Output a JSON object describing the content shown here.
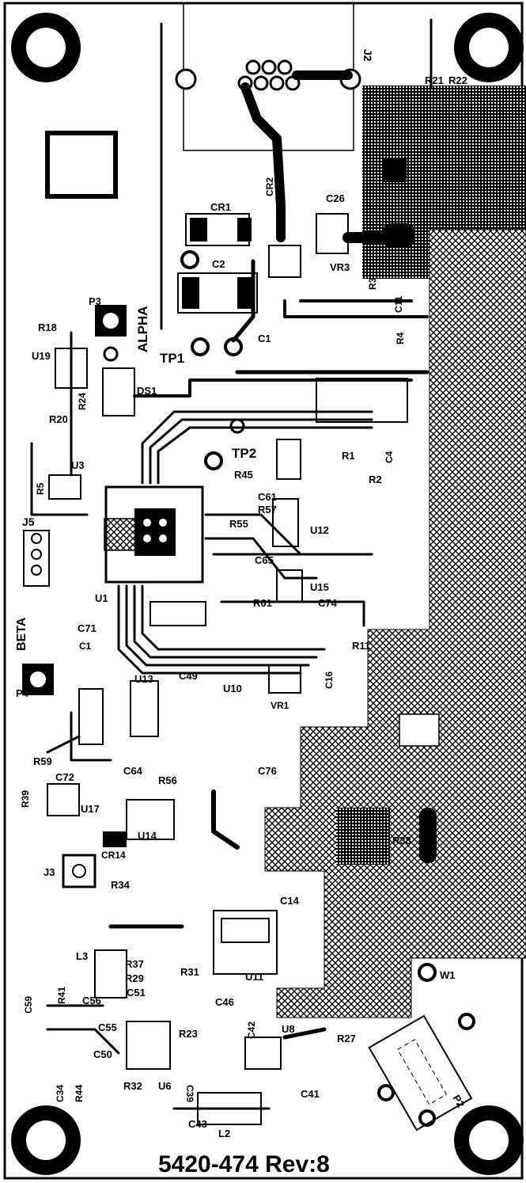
{
  "board": {
    "part_number": "5420-474 Rev:8",
    "labels": [
      {
        "id": "J2",
        "text": "J2"
      },
      {
        "id": "R21",
        "text": "R21"
      },
      {
        "id": "R22",
        "text": "R22"
      },
      {
        "id": "CR1",
        "text": "CR1"
      },
      {
        "id": "CR2",
        "text": "CR2"
      },
      {
        "id": "C26",
        "text": "C26"
      },
      {
        "id": "C2",
        "text": "C2"
      },
      {
        "id": "VR3",
        "text": "VR3"
      },
      {
        "id": "R3",
        "text": "R3"
      },
      {
        "id": "C11",
        "text": "C11"
      },
      {
        "id": "C1",
        "text": "C1"
      },
      {
        "id": "R4",
        "text": "R4"
      },
      {
        "id": "P3",
        "text": "P3"
      },
      {
        "id": "ALPHA",
        "text": "ALPHA"
      },
      {
        "id": "R18",
        "text": "R18"
      },
      {
        "id": "TP1",
        "text": "TP1"
      },
      {
        "id": "U19",
        "text": "U19"
      },
      {
        "id": "R24",
        "text": "R24"
      },
      {
        "id": "DS1",
        "text": "DS1"
      },
      {
        "id": "R20",
        "text": "R20"
      },
      {
        "id": "U3",
        "text": "U3"
      },
      {
        "id": "TP2",
        "text": "TP2"
      },
      {
        "id": "R1",
        "text": "R1"
      },
      {
        "id": "C4",
        "text": "C4"
      },
      {
        "id": "R2",
        "text": "R2"
      },
      {
        "id": "R5",
        "text": "R5"
      },
      {
        "id": "R45",
        "text": "R45"
      },
      {
        "id": "C61",
        "text": "C61"
      },
      {
        "id": "J5",
        "text": "J5"
      },
      {
        "id": "R55",
        "text": "R55"
      },
      {
        "id": "R57",
        "text": "R57"
      },
      {
        "id": "U12",
        "text": "U12"
      },
      {
        "id": "C65",
        "text": "C65"
      },
      {
        "id": "U15",
        "text": "U15"
      },
      {
        "id": "U1",
        "text": "U1"
      },
      {
        "id": "R61",
        "text": "R61"
      },
      {
        "id": "C74",
        "text": "C74"
      },
      {
        "id": "BETA",
        "text": "BETA"
      },
      {
        "id": "C71",
        "text": "C71"
      },
      {
        "id": "C1b",
        "text": "C1"
      },
      {
        "id": "R11",
        "text": "R11"
      },
      {
        "id": "P4",
        "text": "P4"
      },
      {
        "id": "U13",
        "text": "U13"
      },
      {
        "id": "C49",
        "text": "C49"
      },
      {
        "id": "U10",
        "text": "U10"
      },
      {
        "id": "VR1",
        "text": "VR1"
      },
      {
        "id": "C16",
        "text": "C16"
      },
      {
        "id": "R59",
        "text": "R59"
      },
      {
        "id": "C72",
        "text": "C72"
      },
      {
        "id": "C64",
        "text": "C64"
      },
      {
        "id": "R56",
        "text": "R56"
      },
      {
        "id": "C76",
        "text": "C76"
      },
      {
        "id": "R39",
        "text": "R39"
      },
      {
        "id": "U17",
        "text": "U17"
      },
      {
        "id": "U14",
        "text": "U14"
      },
      {
        "id": "CR14",
        "text": "CR14"
      },
      {
        "id": "R38",
        "text": "R38"
      },
      {
        "id": "J3",
        "text": "J3"
      },
      {
        "id": "R34",
        "text": "R34"
      },
      {
        "id": "C14",
        "text": "C14"
      },
      {
        "id": "L3",
        "text": "L3"
      },
      {
        "id": "U11",
        "text": "U11"
      },
      {
        "id": "R37",
        "text": "R37"
      },
      {
        "id": "R29",
        "text": "R29"
      },
      {
        "id": "R31",
        "text": "R31"
      },
      {
        "id": "C51",
        "text": "C51"
      },
      {
        "id": "W1",
        "text": "W1"
      },
      {
        "id": "C59",
        "text": "C59"
      },
      {
        "id": "R41",
        "text": "R41"
      },
      {
        "id": "C56",
        "text": "C56"
      },
      {
        "id": "C46",
        "text": "C46"
      },
      {
        "id": "C42",
        "text": "C42"
      },
      {
        "id": "C55",
        "text": "C55"
      },
      {
        "id": "R23",
        "text": "R23"
      },
      {
        "id": "U8",
        "text": "U8"
      },
      {
        "id": "R27",
        "text": "R27"
      },
      {
        "id": "C50",
        "text": "C50"
      },
      {
        "id": "C34",
        "text": "C34"
      },
      {
        "id": "R44",
        "text": "R44"
      },
      {
        "id": "R32",
        "text": "R32"
      },
      {
        "id": "U6",
        "text": "U6"
      },
      {
        "id": "C39",
        "text": "C39"
      },
      {
        "id": "C41",
        "text": "C41"
      },
      {
        "id": "P2",
        "text": "P2"
      },
      {
        "id": "C43",
        "text": "C43"
      },
      {
        "id": "L2",
        "text": "L2"
      }
    ]
  }
}
